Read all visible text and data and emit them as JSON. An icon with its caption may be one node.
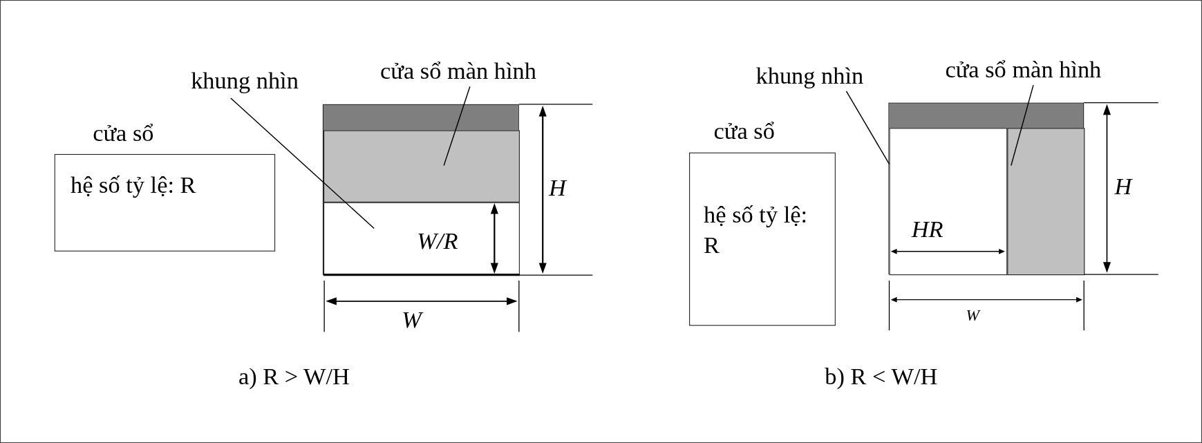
{
  "diagram": {
    "nodes": [
      {
        "text": [
          "cửa sổ",
          "hệ số tỷ lệ: R"
        ]
      },
      {
        "text": [
          "khung nhìn"
        ]
      },
      {
        "text": [
          "cửa sổ màn hình"
        ]
      },
      {
        "text": [],
        "shape": "box"
      },
      {
        "text": [],
        "shape": "box",
        "in": 3
      },
      {
        "text": [],
        "shape": "box",
        "in": 3
      },
      {
        "text": [
          "cửa sổ",
          "hệ số tỷ lệ: R"
        ]
      },
      {
        "text": [
          "khung nhìn"
        ]
      },
      {
        "text": [
          "cửa sổ màn hình"
        ]
      },
      {
        "text": [],
        "shape": "box"
      },
      {
        "text": [],
        "shape": "box",
        "in": 9
      },
      {
        "text": [],
        "shape": "box",
        "in": 9
      }
    ],
    "edges": [
      {
        "from": 1,
        "to": 5,
        "arrow": "none"
      },
      {
        "from": 2,
        "to": 4,
        "arrow": "none"
      },
      {
        "from": 7,
        "to": 10,
        "arrow": "none"
      },
      {
        "from": 8,
        "to": 11,
        "arrow": "none"
      }
    ],
    "labels": [
      "H",
      "W/R",
      "W",
      "a) R > W/H",
      "H",
      "HR",
      "W",
      "b) R < W/H"
    ]
  }
}
